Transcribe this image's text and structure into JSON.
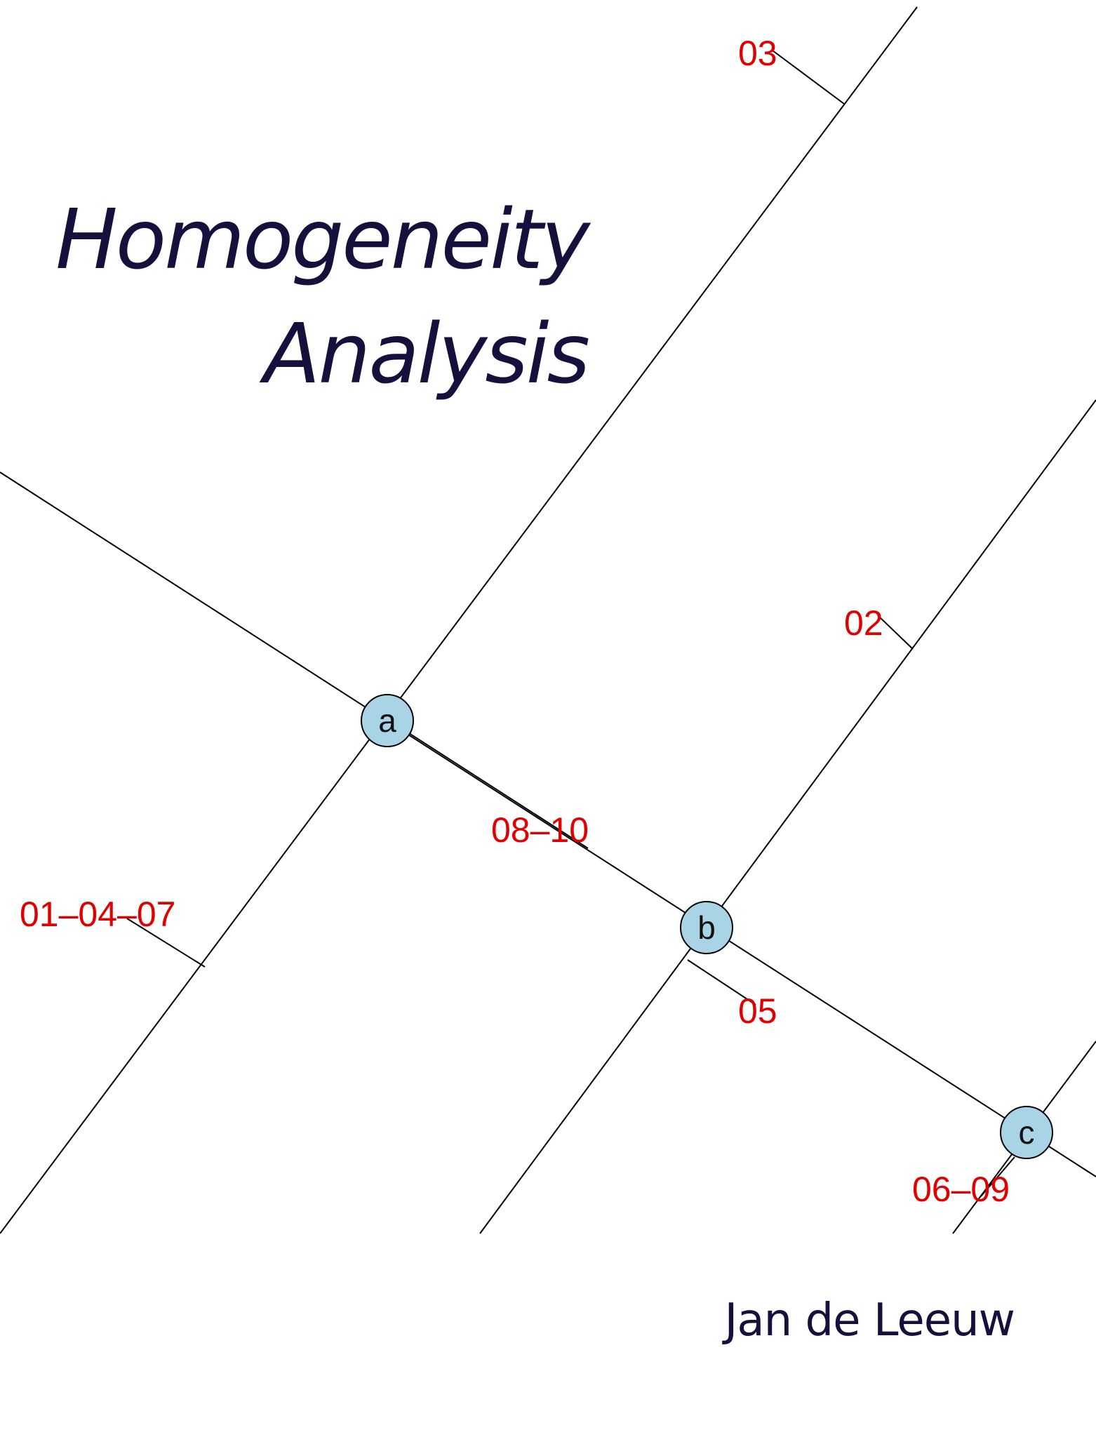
{
  "cover": {
    "title_line_1": "Homogeneity",
    "title_line_2": "Analysis",
    "author": "Jan de Leeuw"
  },
  "figure": {
    "nodes": [
      "a",
      "b",
      "c"
    ],
    "labels": [
      "03",
      "02",
      "08–10",
      "01–04–07",
      "05",
      "06–09"
    ]
  },
  "colors": {
    "title_text": "#14123d",
    "label_red": "#e00000",
    "node_fill": "#a8d4e6",
    "line": "#000000",
    "background": "#ffffff"
  }
}
